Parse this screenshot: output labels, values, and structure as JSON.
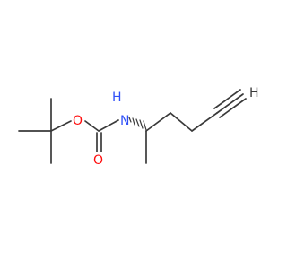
{
  "molecule": {
    "atoms": {
      "oxygen_ester": {
        "symbol": "O",
        "color": "#ff0d0d"
      },
      "oxygen_carbonyl": {
        "symbol": "O",
        "color": "#ff0d0d"
      },
      "nitrogen_amide": {
        "symbol": "N",
        "color": "#3050f8"
      },
      "hydrogen_amide": {
        "symbol": "H",
        "color": "#3050f8"
      },
      "hydrogen_alkyne": {
        "symbol": "H",
        "color": "#3a3a3a"
      }
    },
    "colors": {
      "bond": "#3a3a3a",
      "oxygen": "#ff0d0d",
      "nitrogen": "#3050f8",
      "background": "#ffffff"
    }
  }
}
